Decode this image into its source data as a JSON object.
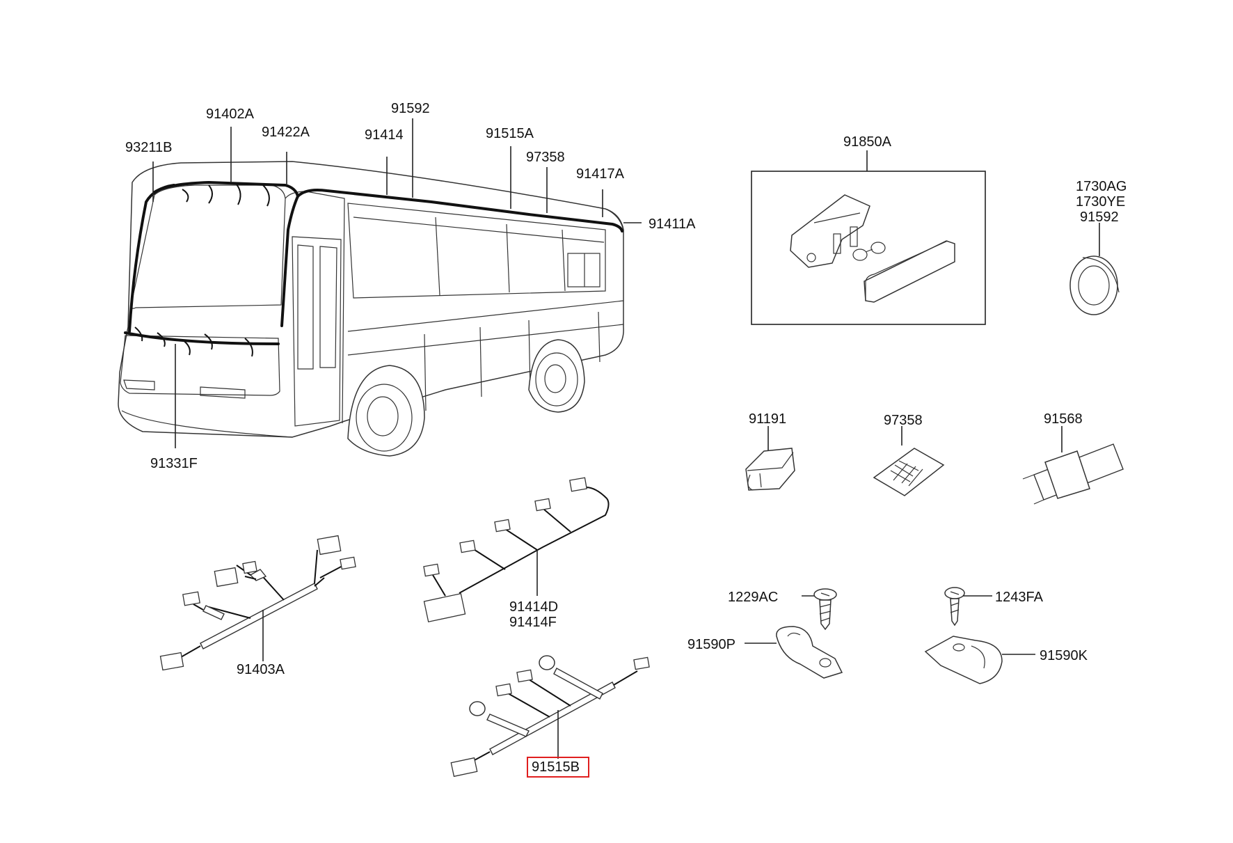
{
  "labels": {
    "p93211B": "93211B",
    "p91402A": "91402A",
    "p91422A": "91422A",
    "p91414": "91414",
    "p91592": "91592",
    "p91515A": "91515A",
    "p97358a": "97358",
    "p91417A": "91417A",
    "p91411A": "91411A",
    "p91331F": "91331F",
    "p91850A": "91850A",
    "p1730AG": "1730AG",
    "p1730YE": "1730YE",
    "p91592b": "91592",
    "p91191": "91191",
    "p97358b": "97358",
    "p91568": "91568",
    "p1229AC": "1229AC",
    "p1243FA": "1243FA",
    "p91590P": "91590P",
    "p91590K": "91590K",
    "p91414D": "91414D",
    "p91414F": "91414F",
    "p91403A": "91403A",
    "p91515B": "91515B"
  },
  "highlight": {
    "part": "91515B",
    "color": "#e01e1e"
  }
}
